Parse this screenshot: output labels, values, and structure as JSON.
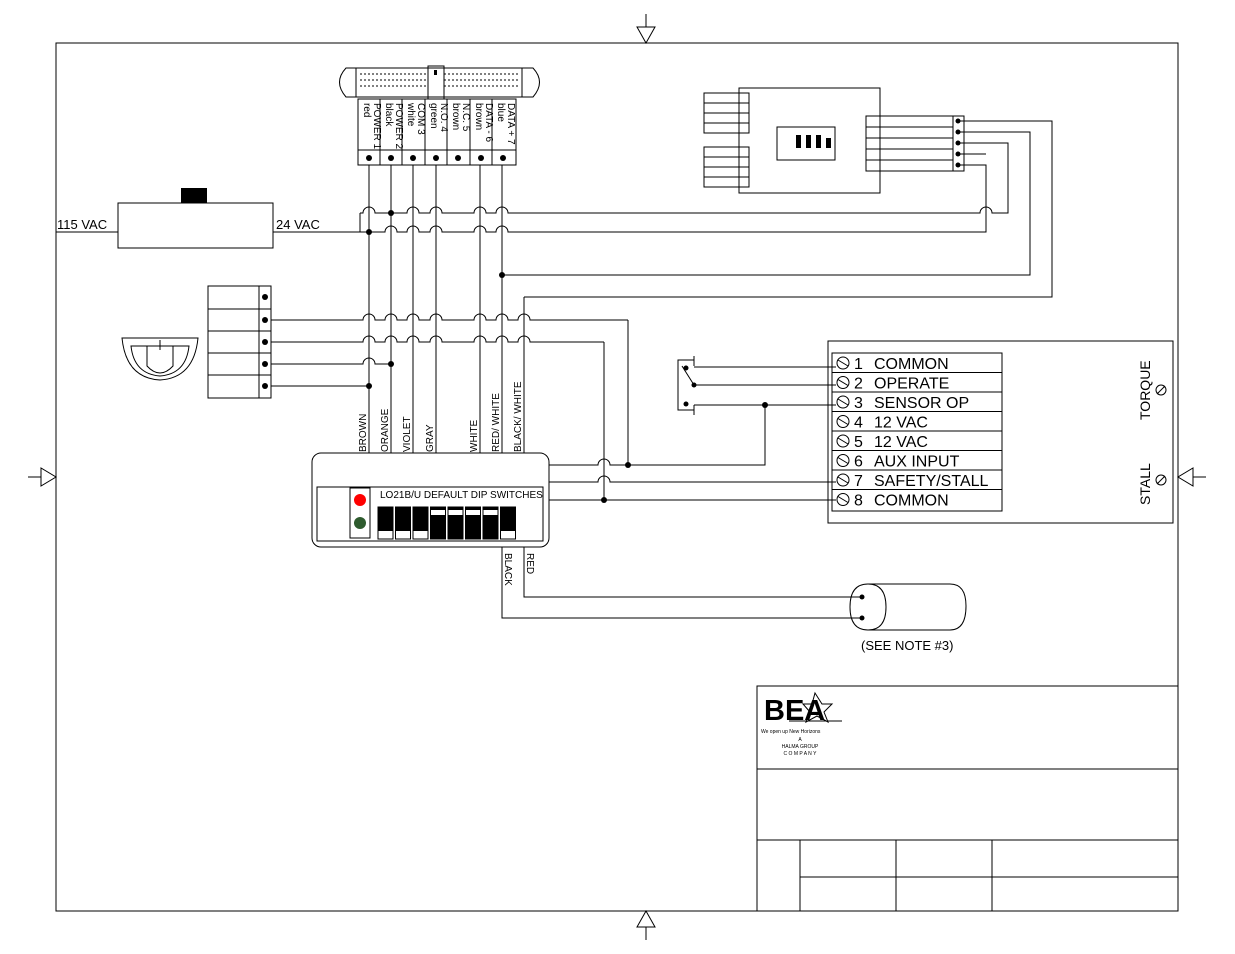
{
  "power": {
    "input_label": "115 VAC",
    "output_label": "24  VAC"
  },
  "connector_pins": [
    {
      "num": "1",
      "label": "POWER",
      "color": "red"
    },
    {
      "num": "2",
      "label": "POWER",
      "color": "black"
    },
    {
      "num": "3",
      "label": "COM",
      "color": "white"
    },
    {
      "num": "4",
      "label": "N.O.",
      "color": "green"
    },
    {
      "num": "5",
      "label": "N.C.",
      "color": "brown"
    },
    {
      "num": "6",
      "label": "DATA -",
      "color": "brown"
    },
    {
      "num": "7",
      "label": "DATA +",
      "color": "blue"
    }
  ],
  "controller": {
    "wire_colors": [
      "BROWN",
      "ORANGE",
      "VIOLET",
      "GRAY",
      "WHITE",
      "RED/ WHITE",
      "BLACK/ WHITE"
    ],
    "dip_title": "LO21B/U DEFAULT DIP SWITCHES",
    "led_colors": [
      "#ff0000",
      "#2e5b2e"
    ],
    "lower_wires": [
      "BLACK",
      "RED"
    ]
  },
  "terminal_strip": {
    "items": [
      {
        "num": "1",
        "label": "COMMON"
      },
      {
        "num": "2",
        "label": "OPERATE"
      },
      {
        "num": "3",
        "label": "SENSOR OP"
      },
      {
        "num": "4",
        "label": "12 VAC"
      },
      {
        "num": "5",
        "label": "12 VAC"
      },
      {
        "num": "6",
        "label": "AUX INPUT"
      },
      {
        "num": "7",
        "label": "SAFETY/STALL"
      },
      {
        "num": "8",
        "label": "COMMON"
      }
    ],
    "pot_labels": [
      "TORQUE",
      "STALL"
    ]
  },
  "note": "(SEE NOTE #3)",
  "title_block": {
    "logo": "BEA",
    "tagline": "We open up New Horizons",
    "group_a": "A",
    "group": "HALMA GROUP",
    "company": "C O M P A N Y"
  }
}
